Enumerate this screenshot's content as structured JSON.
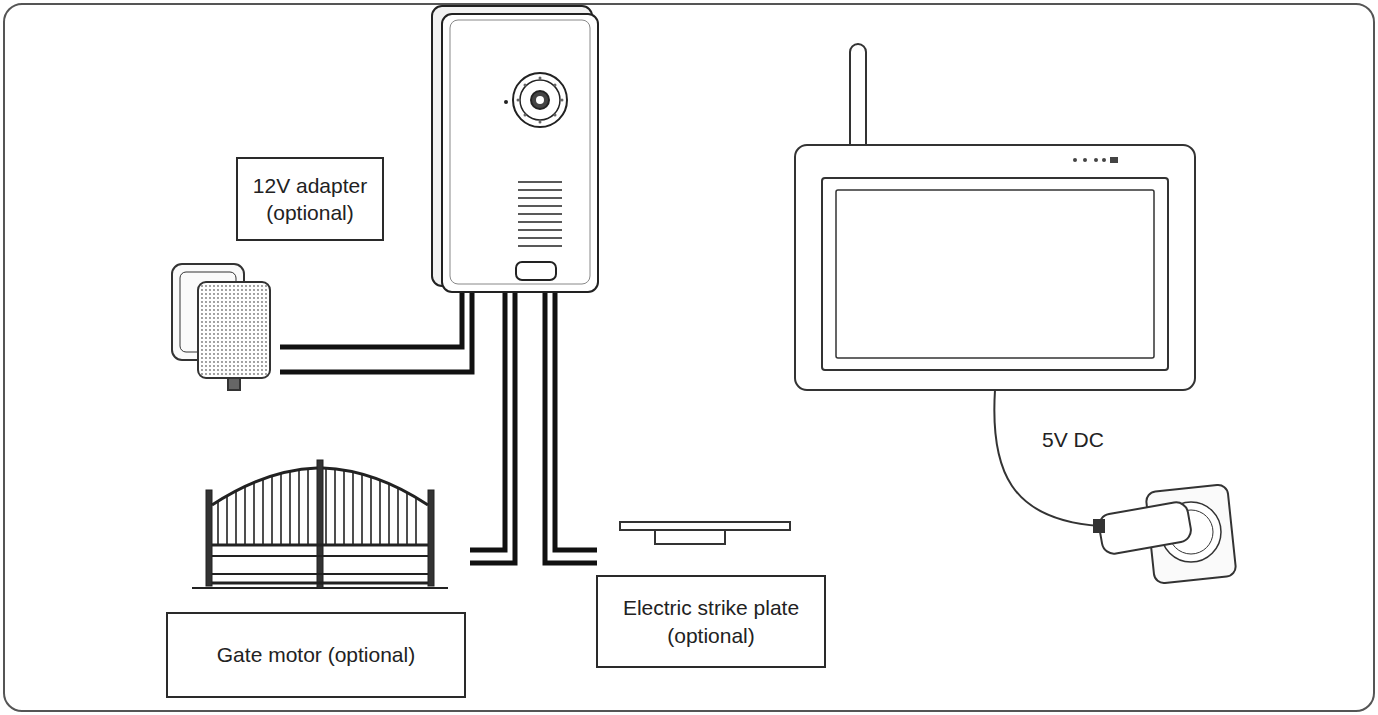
{
  "diagram": {
    "nodes": [
      {
        "text": [
          "12V adapter (optional)"
        ]
      },
      {
        "text": [
          "Gate motor (optional)"
        ]
      },
      {
        "text": [
          "Electric strike plate (optional)"
        ]
      }
    ],
    "labels": [
      "5V DC"
    ]
  }
}
